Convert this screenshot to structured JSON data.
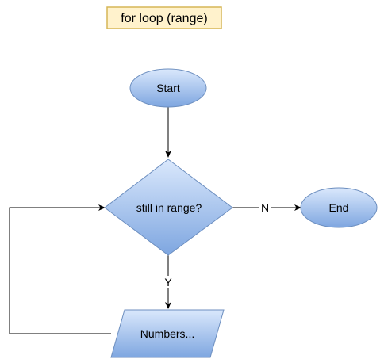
{
  "title": "for loop (range)",
  "nodes": {
    "start": "Start",
    "decision": "still in range?",
    "end": "End",
    "process": "Numbers..."
  },
  "edges": {
    "no_label": "N",
    "yes_label": "Y"
  },
  "colors": {
    "node_fill_top": "#dae8fc",
    "node_fill_bottom": "#7ea6e0",
    "node_stroke": "#6c8ebf",
    "title_fill": "#fff2cc",
    "title_stroke": "#d6b656",
    "edge": "#000000"
  }
}
